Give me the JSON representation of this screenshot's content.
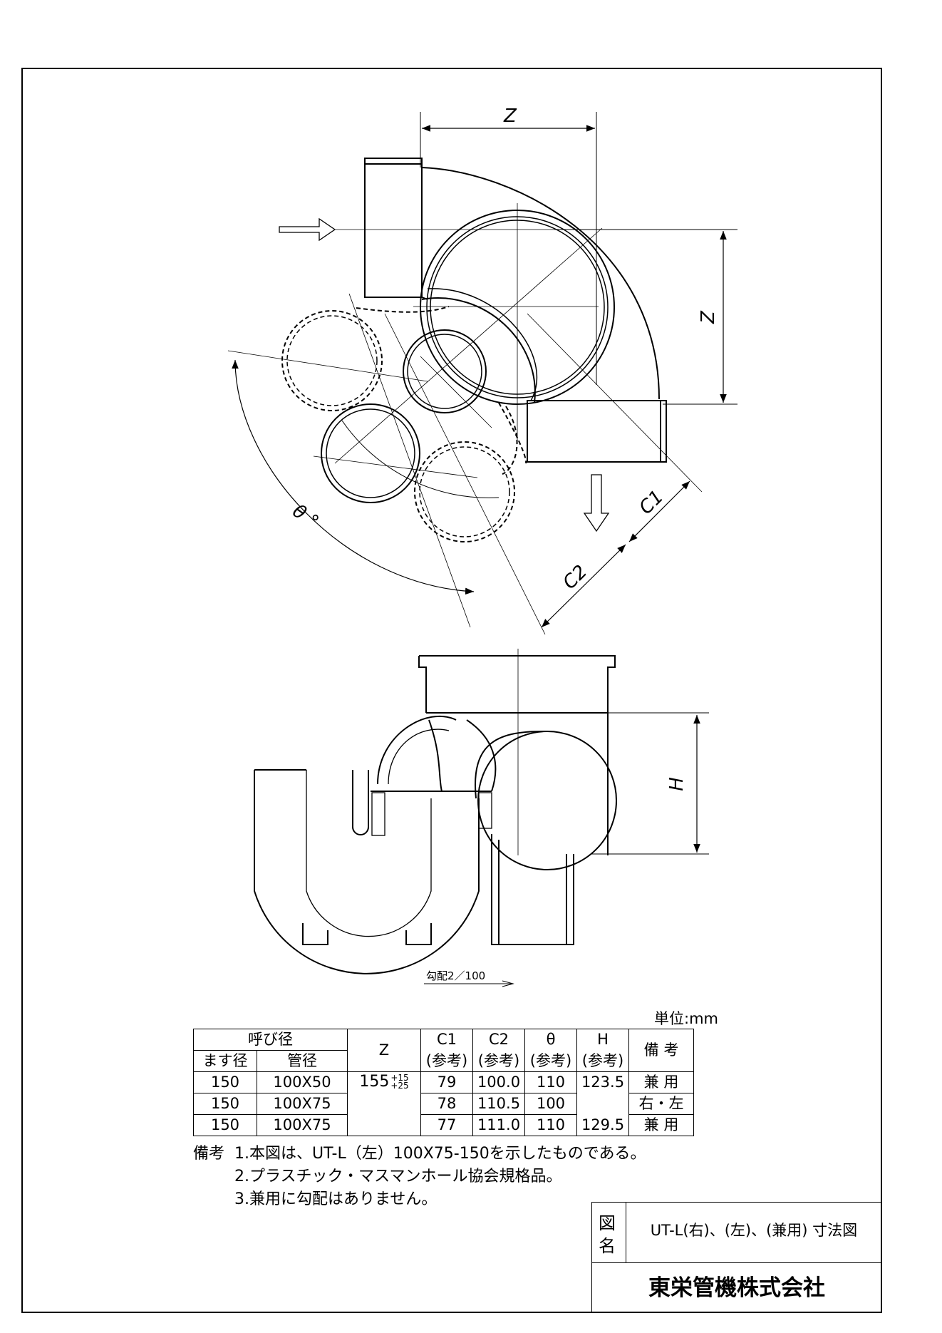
{
  "labels": {
    "z_top": "Z",
    "z_right": "Z",
    "c1": "C1",
    "c2": "C2",
    "theta": "θ °",
    "h": "H",
    "slope": "勾配2／100"
  },
  "unit": "単位:mm",
  "table": {
    "header_nominal": "呼び径",
    "header_box": "ます径",
    "header_pipe": "管径",
    "header_z": "Z",
    "header_c1": "C1",
    "header_c2": "C2",
    "header_theta": "θ",
    "header_h": "H",
    "header_ref": "(参考)",
    "header_note": "備 考",
    "z_value": "155",
    "z_tol_plus": "+15",
    "z_tol_minus": "+25",
    "rows": [
      {
        "box": "150",
        "pipe": "100X50",
        "c1": "79",
        "c2": "100.0",
        "theta": "110",
        "h": "123.5",
        "note": "兼 用"
      },
      {
        "box": "150",
        "pipe": "100X75",
        "c1": "78",
        "c2": "110.5",
        "theta": "100",
        "h": "",
        "note": "右・左"
      },
      {
        "box": "150",
        "pipe": "100X75",
        "c1": "77",
        "c2": "111.0",
        "theta": "110",
        "h": "129.5",
        "note": "兼 用"
      }
    ]
  },
  "notes": {
    "head": "備考",
    "items": [
      "1.本図は、UT-L（左）100X75-150を示したものである。",
      "2.プラスチック・マスマンホール協会規格品。",
      "3.兼用に勾配はありません。"
    ]
  },
  "title_block": {
    "zu": "図",
    "mei": "名",
    "title": "UT-L(右)、(左)、(兼用) 寸法図",
    "company": "東栄管機株式会社"
  }
}
